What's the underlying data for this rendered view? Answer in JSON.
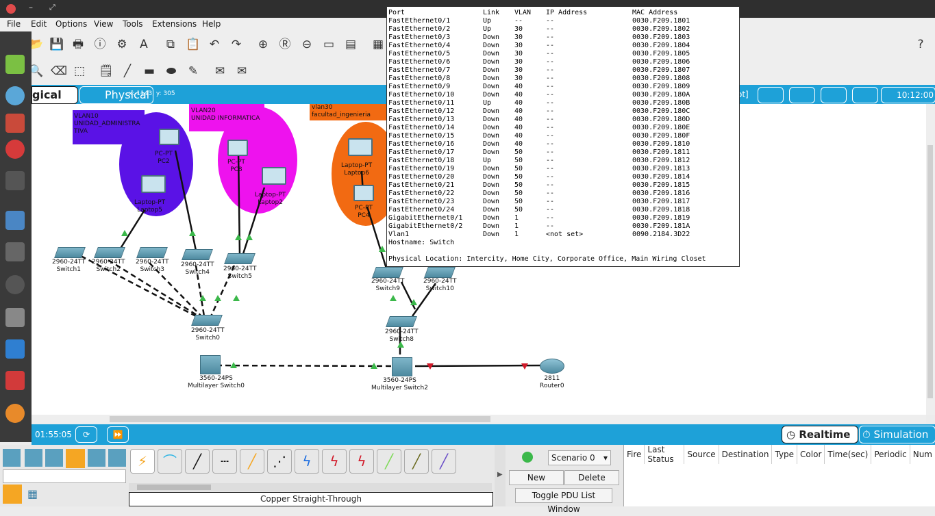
{
  "menu": [
    "File",
    "Edit",
    "Options",
    "View",
    "Tools",
    "Extensions",
    "Help"
  ],
  "tabs": {
    "logical": "gical",
    "physical": "Physical",
    "coords": "x: 1143, y: 305",
    "clock": "10:12:00",
    "root": "ot]"
  },
  "vlans": [
    {
      "line1": "VLAN10",
      "line2": "UNIDAD_ADMINISTRA",
      "line3": "TIVA"
    },
    {
      "line1": "VLAN20",
      "line2": "UNIDAD INFORMATICA"
    },
    {
      "line1": "vlan30",
      "line2": "facultad_ingenieria"
    }
  ],
  "devices": {
    "pc2": {
      "type": "PC-PT",
      "name": "PC2"
    },
    "laptop5": {
      "type": "Laptop-PT",
      "name": "Laptop5"
    },
    "pc8": {
      "type": "PC-PT",
      "name": "PC8"
    },
    "laptop2": {
      "type": "Laptop-PT",
      "name": "Laptop2"
    },
    "laptop6": {
      "type": "Laptop-PT",
      "name": "Laptop6"
    },
    "pc4": {
      "type": "PC-PT",
      "name": "PC4"
    },
    "switch1": {
      "type": "2960-24TT",
      "name": "Switch1"
    },
    "switch2": {
      "type": "2960-24TT",
      "name": "Switch2"
    },
    "switch3": {
      "type": "2960-24TT",
      "name": "Switch3"
    },
    "switch4": {
      "type": "2960-24TT",
      "name": "Switch4"
    },
    "switch5": {
      "type": "2960-24TT",
      "name": "Switch5"
    },
    "switch0": {
      "type": "2960-24TT",
      "name": "Switch0"
    },
    "switch9": {
      "type": "2960-24TT",
      "name": "Switch9"
    },
    "switch10": {
      "type": "2960-24TT",
      "name": "Switch10"
    },
    "switch8": {
      "type": "2960-24TT",
      "name": "Switch8"
    },
    "mls0": {
      "type": "3560-24PS",
      "name": "Multilayer Switch0"
    },
    "mls2": {
      "type": "3560-24PS",
      "name": "Multilayer Switch2"
    },
    "router0": {
      "type": "2811",
      "name": "Router0"
    }
  },
  "popup": {
    "headers": [
      "Port",
      "Link",
      "VLAN",
      "IP Address",
      "MAC Address"
    ],
    "rows": [
      [
        "FastEthernet0/1",
        "Up",
        "--",
        "--",
        "0030.F209.1801"
      ],
      [
        "FastEthernet0/2",
        "Up",
        "30",
        "--",
        "0030.F209.1802"
      ],
      [
        "FastEthernet0/3",
        "Down",
        "30",
        "--",
        "0030.F209.1803"
      ],
      [
        "FastEthernet0/4",
        "Down",
        "30",
        "--",
        "0030.F209.1804"
      ],
      [
        "FastEthernet0/5",
        "Down",
        "30",
        "--",
        "0030.F209.1805"
      ],
      [
        "FastEthernet0/6",
        "Down",
        "30",
        "--",
        "0030.F209.1806"
      ],
      [
        "FastEthernet0/7",
        "Down",
        "30",
        "--",
        "0030.F209.1807"
      ],
      [
        "FastEthernet0/8",
        "Down",
        "30",
        "--",
        "0030.F209.1808"
      ],
      [
        "FastEthernet0/9",
        "Down",
        "40",
        "--",
        "0030.F209.1809"
      ],
      [
        "FastEthernet0/10",
        "Down",
        "40",
        "--",
        "0030.F209.180A"
      ],
      [
        "FastEthernet0/11",
        "Up",
        "40",
        "--",
        "0030.F209.180B"
      ],
      [
        "FastEthernet0/12",
        "Down",
        "40",
        "--",
        "0030.F209.180C"
      ],
      [
        "FastEthernet0/13",
        "Down",
        "40",
        "--",
        "0030.F209.180D"
      ],
      [
        "FastEthernet0/14",
        "Down",
        "40",
        "--",
        "0030.F209.180E"
      ],
      [
        "FastEthernet0/15",
        "Down",
        "40",
        "--",
        "0030.F209.180F"
      ],
      [
        "FastEthernet0/16",
        "Down",
        "40",
        "--",
        "0030.F209.1810"
      ],
      [
        "FastEthernet0/17",
        "Down",
        "50",
        "--",
        "0030.F209.1811"
      ],
      [
        "FastEthernet0/18",
        "Up",
        "50",
        "--",
        "0030.F209.1812"
      ],
      [
        "FastEthernet0/19",
        "Down",
        "50",
        "--",
        "0030.F209.1813"
      ],
      [
        "FastEthernet0/20",
        "Down",
        "50",
        "--",
        "0030.F209.1814"
      ],
      [
        "FastEthernet0/21",
        "Down",
        "50",
        "--",
        "0030.F209.1815"
      ],
      [
        "FastEthernet0/22",
        "Down",
        "50",
        "--",
        "0030.F209.1816"
      ],
      [
        "FastEthernet0/23",
        "Down",
        "50",
        "--",
        "0030.F209.1817"
      ],
      [
        "FastEthernet0/24",
        "Down",
        "50",
        "--",
        "0030.F209.1818"
      ],
      [
        "GigabitEthernet0/1",
        "Down",
        "1",
        "--",
        "0030.F209.1819"
      ],
      [
        "GigabitEthernet0/2",
        "Down",
        "1",
        "--",
        "0030.F209.181A"
      ],
      [
        "Vlan1",
        "Down",
        "1",
        "<not set>",
        "0090.2184.3D22"
      ]
    ],
    "hostname": "Hostname: Switch",
    "location": "Physical Location: Intercity, Home City, Corporate Office, Main Wiring Closet"
  },
  "timebar": {
    "time": "01:55:05",
    "realtime": "Realtime",
    "simulation": "Simulation"
  },
  "bottom": {
    "cable_name": "Copper Straight-Through",
    "scenario": "Scenario 0",
    "new": "New",
    "delete": "Delete",
    "toggle": "Toggle PDU List Window",
    "pdu_columns": [
      "Fire",
      "Last Status",
      "Source",
      "Destination",
      "Type",
      "Color",
      "Time(sec)",
      "Periodic",
      "Num"
    ]
  },
  "colors": {
    "accent": "#1ea1d8",
    "vlan10": "#5a12e6",
    "vlan20": "#ee12ee",
    "vlan30": "#f26a12"
  }
}
